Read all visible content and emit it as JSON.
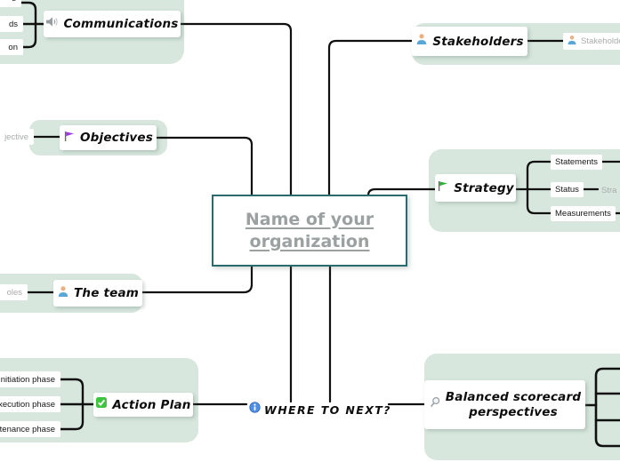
{
  "app": "mind-map-canvas",
  "colors": {
    "group_background": "#d7e7dd",
    "connector_line": "#101010",
    "center_border": "#2a6c6d",
    "center_text": "#9ba0a1",
    "muted_text": "#a9abad",
    "topic_text": "#0d0d0d",
    "flag_objectives": "#a03ae0",
    "flag_strategy": "#2fae3a",
    "checkbox_green": "#3dc53d",
    "info_blue": "#4f8fe8"
  },
  "center_topic": {
    "line1": "Name of your",
    "line2": "organization"
  },
  "main_topics": {
    "communications": {
      "label": "Communications",
      "icon": "speaker-icon"
    },
    "objectives": {
      "label": "Objectives",
      "icon": "purple-flag-icon"
    },
    "the_team": {
      "label": "The team",
      "icon": "person-icon"
    },
    "action_plan": {
      "label": "Action Plan",
      "icon": "green-check-icon"
    },
    "where_to_next": {
      "label": "WHERE TO NEXT?",
      "icon": "info-icon"
    },
    "stakeholders": {
      "label": "Stakeholders",
      "icon": "person-icon"
    },
    "strategy": {
      "label": "Strategy",
      "icon": "green-flag-icon"
    },
    "balanced_scorecard": {
      "line1": "Balanced scorecard",
      "line2": "perspectives",
      "icon": "magnifier-icon"
    }
  },
  "subtopics": {
    "communications_fragments": [
      "s",
      "ds",
      "on"
    ],
    "objectives_fragment": "jective",
    "team_fragment": "oles",
    "action_plan_children": [
      "Initiation phase",
      "xecution phase",
      "tenance phase"
    ],
    "stakeholders_child": {
      "label": "Stakeholder",
      "icon": "person-icon"
    },
    "strategy_children": [
      "Statements",
      "Status",
      "Measurements"
    ],
    "status_child_fragment": "Stra"
  }
}
